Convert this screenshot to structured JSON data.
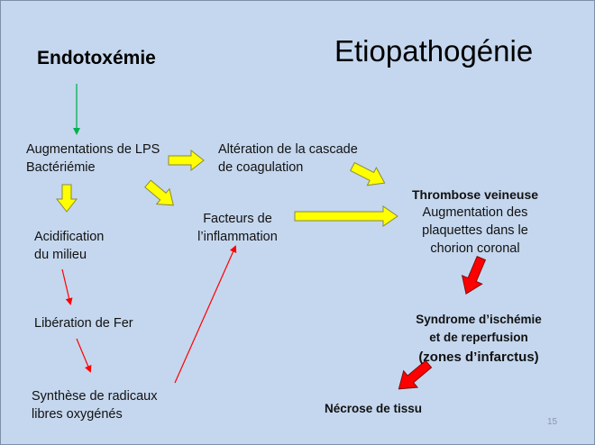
{
  "slide": {
    "title": "Etiopathogénie",
    "page_number": "15",
    "colors": {
      "background": "#c5d7ee",
      "yellow_arrow": "#ffff00",
      "red_arrow": "#ff0000",
      "green_arrow": "#00b050"
    }
  },
  "nodes": {
    "endotoxemie": "Endotoxémie",
    "lps": [
      "Augmentations de LPS",
      "Bactériémie"
    ],
    "coag": [
      "Altération de la cascade",
      "de coagulation"
    ],
    "thrombose_title": "Thrombose veineuse",
    "thrombose_body": [
      "Augmentation des",
      "plaquettes dans le",
      "chorion coronal"
    ],
    "inflammation": [
      "Facteurs de",
      "l’inflammation"
    ],
    "acid": [
      "Acidification",
      "du milieu"
    ],
    "fer": "Libération de Fer",
    "radicaux": [
      "Synthèse de radicaux",
      "libres oxygénés"
    ],
    "ischemie": [
      "Syndrome d’ischémie",
      "et de reperfusion",
      "(zones d’infarctus)"
    ],
    "necrose": "Nécrose de tissu"
  }
}
